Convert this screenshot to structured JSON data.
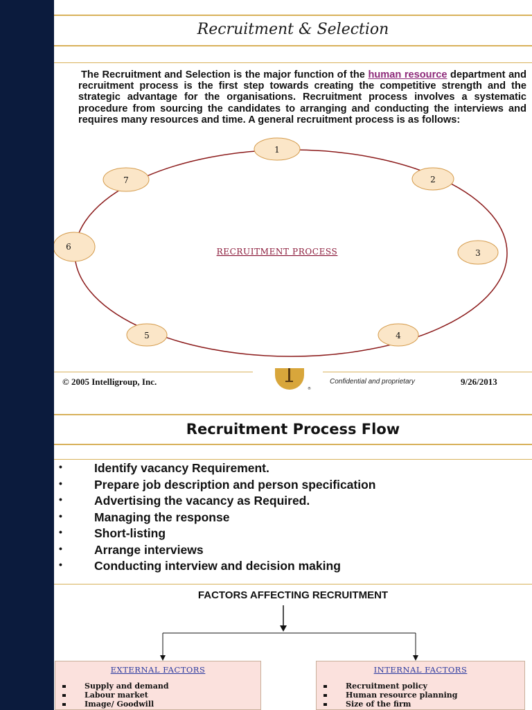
{
  "slide1": {
    "title": "Recruitment & Selection",
    "intro_before_link": "The Recruitment and Selection is the major function of the",
    "intro_link": "human resource",
    "intro_after_link": "department and recruitment process is the first step towards creating the competitive strength and the strategic advantage for the organisations. Recruitment process involves a systematic procedure from sourcing the candidates to arranging and conducting the interviews and requires many resources and time. A general recruitment process is as follows:",
    "diagram": {
      "center_label": "RECRUITMENT PROCESS",
      "nodes": [
        "1",
        "2",
        "3",
        "4",
        "5",
        "6",
        "7"
      ]
    },
    "footer": {
      "copyright": "© 2005 Intelligroup, Inc.",
      "confidential": "Confidential and proprietary",
      "date": "9/26/2013",
      "registered_mark": "®"
    }
  },
  "slide2": {
    "title": "Recruitment Process Flow",
    "bullet": "•",
    "steps": [
      "Identify vacancy Requirement.",
      "Prepare job description and person specification",
      "Advertising the vacancy as Required.",
      "Managing the response",
      "Short-listing",
      "Arrange interviews",
      "Conducting interview and decision making"
    ]
  },
  "slide3": {
    "title": "FACTORS AFFECTING RECRUITMENT",
    "external": {
      "header": "EXTERNAL FACTORS",
      "items": [
        "Supply and demand",
        "Labour market",
        "Image/ Goodwill"
      ]
    },
    "internal": {
      "header": "INTERNAL FACTORS",
      "items": [
        "Recruitment policy",
        "Human resource planning",
        "Size of the firm"
      ]
    }
  },
  "colors": {
    "sidebar": "#0b1b3d",
    "accent_gold": "#d8b15a",
    "node_fill": "#fbe6c8",
    "ellipse_stroke": "#8b1a1a",
    "link": "#8e2a7a",
    "factor_box_fill": "#fbe1dd",
    "factor_header": "#2b3aa0"
  }
}
